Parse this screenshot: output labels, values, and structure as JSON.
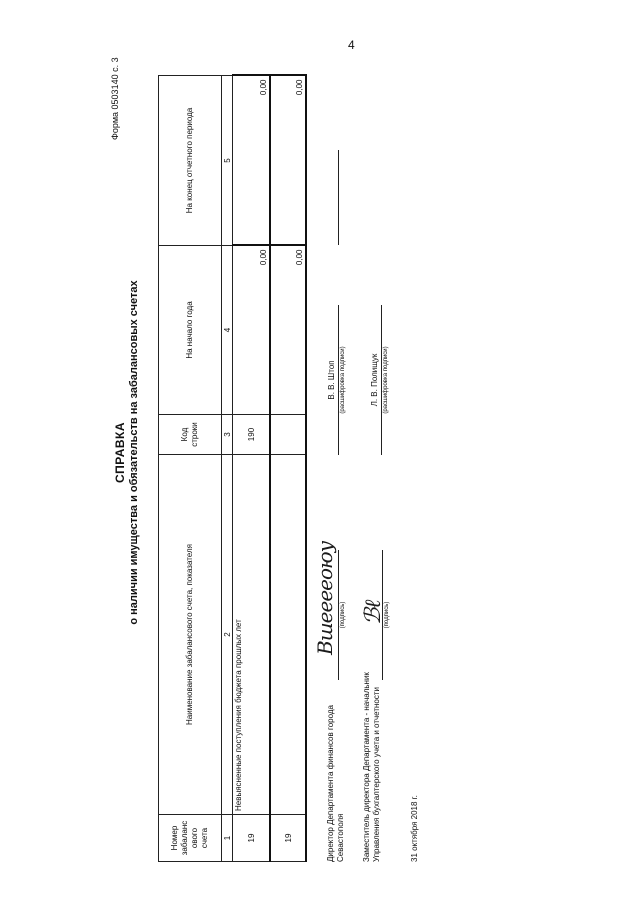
{
  "page_number": "4",
  "form_ref": "Форма 0503140 с. 3",
  "title": "СПРАВКА",
  "subtitle": "о наличии имущества и обязательств на забалансовых счетах",
  "table": {
    "headers": {
      "col1": "Номер забаланс ового счета",
      "col2": "Наименование забалансового счета, показателя",
      "col3": "Код строки",
      "col4": "На начало года",
      "col5": "На конец отчетного периода"
    },
    "header_nums": [
      "1",
      "2",
      "3",
      "4",
      "5"
    ],
    "rows": [
      {
        "account": "19",
        "name": "Невыясненные поступления бюджета прошлых лет",
        "code": "190",
        "start": "0,00",
        "end": "0,00"
      },
      {
        "account": "19",
        "name": "",
        "code": "",
        "start": "0,00",
        "end": "0,00"
      }
    ]
  },
  "signatures": [
    {
      "role": "Директор Департамента финансов города Севастополя",
      "signature_caption": "(подпись)",
      "name": "В. В. Штоп",
      "name_caption": "(расшифровка подписи)"
    },
    {
      "role": "Заместитель директора Департамента - начальник Управления бухгалтерского учета и отчетности",
      "signature_caption": "(подпись)",
      "name": "Л. В. Полищук",
      "name_caption": "(расшифровка подписи)"
    }
  ],
  "date": "31 октября 2018 г."
}
